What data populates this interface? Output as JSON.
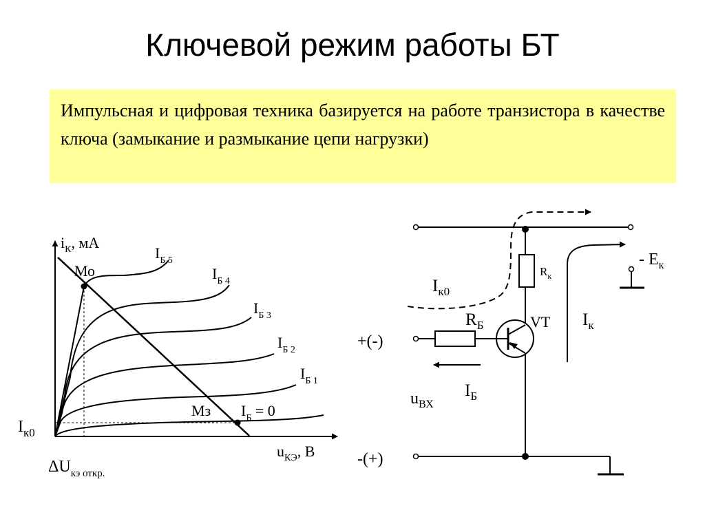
{
  "title": "Ключевой режим работы БТ",
  "note": "Импульсная и цифровая техника базируется на работе транзистора в качестве ключа (замыкание и размыкание цепи нагрузки)",
  "graph": {
    "y_axis": {
      "main": "i",
      "sub": "К",
      "unit": ", мА"
    },
    "x_axis": {
      "main": "u",
      "sub": "КЭ",
      "unit": ", В"
    },
    "point_open": "Мо",
    "point_closed": "Мз",
    "ik0": {
      "main": "I",
      "sub": "к0"
    },
    "delta_u": {
      "main": "ΔU",
      "sub": "кэ откр."
    },
    "curves": [
      {
        "main": "I",
        "sub": "Б 5"
      },
      {
        "main": "I",
        "sub": "Б 4"
      },
      {
        "main": "I",
        "sub": "Б 3"
      },
      {
        "main": "I",
        "sub": "Б 2"
      },
      {
        "main": "I",
        "sub": "Б 1"
      },
      {
        "main": "I",
        "sub": "Б",
        "suffix": " = 0"
      }
    ]
  },
  "circuit": {
    "ik0": {
      "main": "I",
      "sub": "к0"
    },
    "rk": {
      "main": "R",
      "sub": "к"
    },
    "rb": {
      "main": "R",
      "sub": "Б"
    },
    "transistor": "VT",
    "supply": {
      "main": "- E",
      "sub": "к"
    },
    "ik": {
      "main": "I",
      "sub": "к"
    },
    "ib": {
      "main": "I",
      "sub": "Б"
    },
    "input_top": "+(-)",
    "input_bottom": "-(+)",
    "uin": {
      "main": "u",
      "sub": "ВХ"
    }
  }
}
